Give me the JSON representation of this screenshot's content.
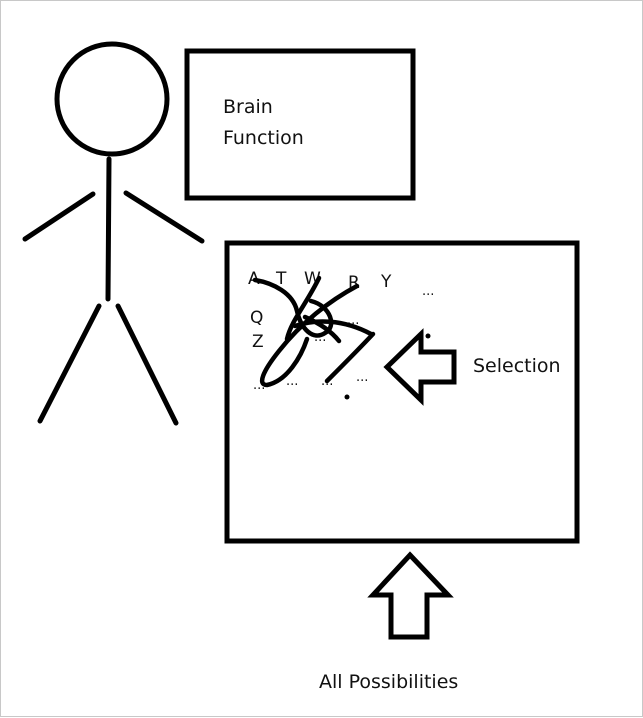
{
  "brain_box": {
    "line1": "Brain",
    "line2": "Function"
  },
  "possibilities_box": {
    "letters": [
      "A",
      "T",
      "W",
      "R",
      "Y",
      "Q",
      "Z"
    ],
    "ellipsis": "..."
  },
  "labels": {
    "selection": "Selection",
    "all_possibilities": "All Possibilities"
  },
  "colors": {
    "stroke": "#000000",
    "text": "#111111"
  }
}
